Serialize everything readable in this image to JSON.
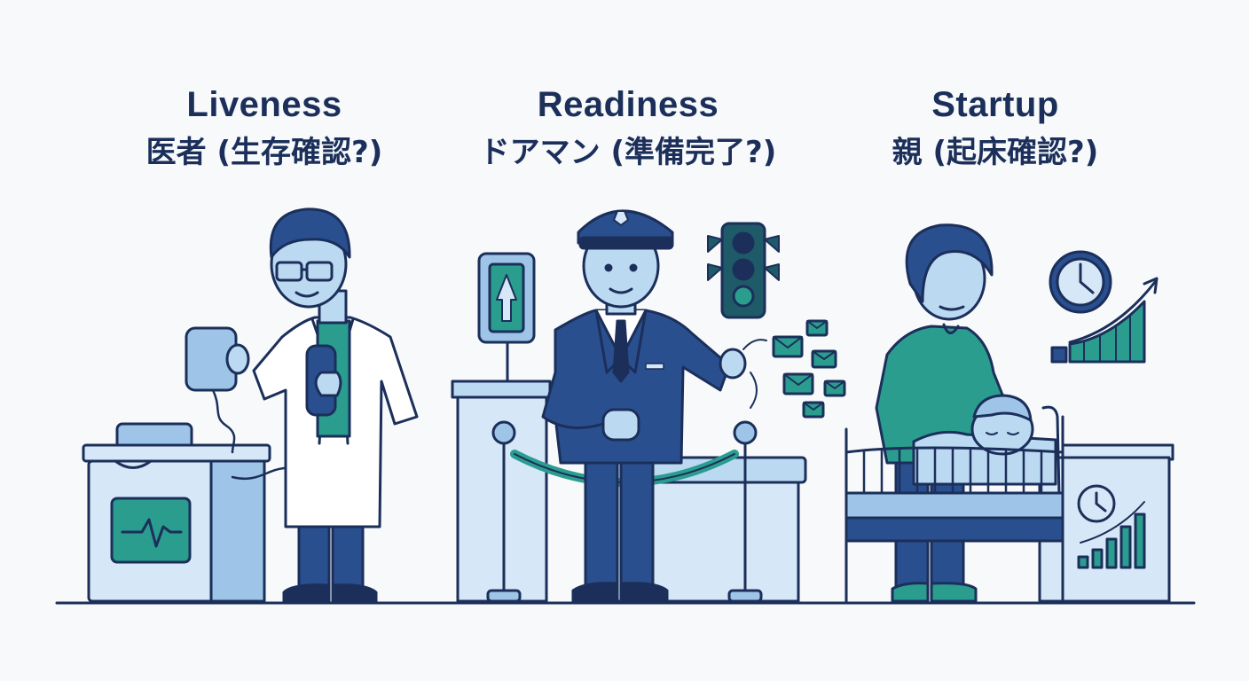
{
  "columns": [
    {
      "title": "Liveness",
      "subtitle": "医者 (生存確認?)"
    },
    {
      "title": "Readiness",
      "subtitle": "ドアマン (準備完了?)"
    },
    {
      "title": "Startup",
      "subtitle": "親 (起床確認?)"
    }
  ],
  "colors": {
    "ink": "#1b2f5a",
    "navy": "#2a4f8f",
    "skin": "#bcd9f2",
    "light": "#d6e8f7",
    "mid": "#9ec5e8",
    "teal": "#2a9d8f",
    "tealDark": "#1f7a70",
    "bg": "#f7f9fb"
  }
}
